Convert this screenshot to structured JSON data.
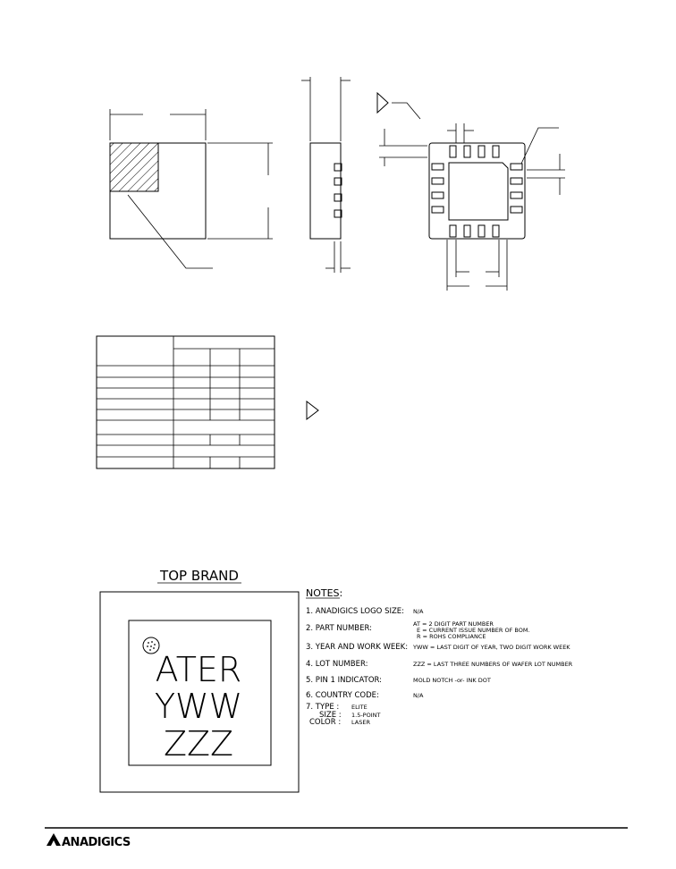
{
  "top_brand": {
    "title": "TOP  BRAND",
    "lines": [
      "ATER",
      "YWW",
      "ZZZ"
    ]
  },
  "notes": {
    "title": "NOTES:",
    "items": [
      {
        "label": "1.  ANADIGICS  LOGO  SIZE:",
        "value": "N/A"
      },
      {
        "label": "2.  PART  NUMBER:",
        "value_lines": [
          "AT  =  2  DIGIT  PART  NUMBER",
          "E  =  CURRENT  ISSUE  NUMBER  OF  BOM.",
          "R  =  ROHS  COMPLIANCE"
        ]
      },
      {
        "label": "3.  YEAR  AND  WORK  WEEK:",
        "value": "YWW  =  LAST  DIGIT  OF  YEAR,  TWO  DIGIT  WORK  WEEK"
      },
      {
        "label": "4.  LOT  NUMBER:",
        "value": "ZZZ  =  LAST  THREE  NUMBERS  OF  WAFER  LOT  NUMBER"
      },
      {
        "label": "5.  PIN  1  INDICATOR:",
        "value": "MOLD  NOTCH   -or-   INK  DOT"
      },
      {
        "label": "6.  COUNTRY  CODE:",
        "value": "N/A"
      }
    ],
    "type_block": {
      "type_label": "7.  TYPE  :",
      "type_value": "ELITE",
      "size_label": "SIZE  :",
      "size_value": "1.5-POINT",
      "color_label": "COLOR  :",
      "color_value": "LASER"
    }
  },
  "footer": {
    "logo_text": "ANADIGICS"
  }
}
